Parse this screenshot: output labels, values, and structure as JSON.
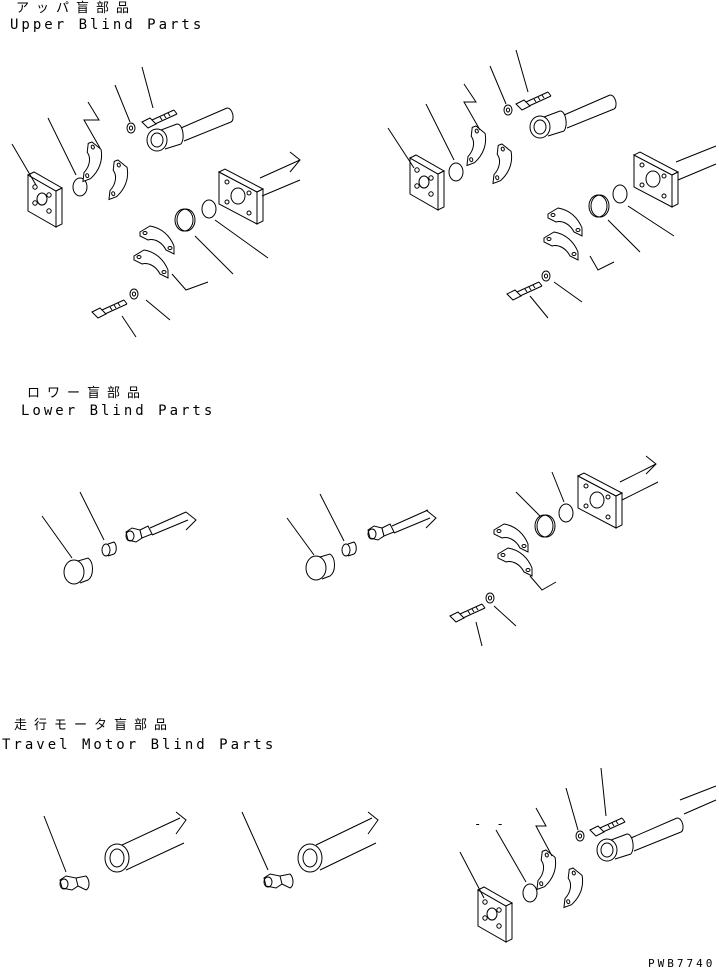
{
  "sections": {
    "upper": {
      "title_jp": "アッパ盲部品",
      "title_en": "Upper Blind Parts"
    },
    "lower": {
      "title_jp": "ロワー盲部品",
      "title_en": "Lower Blind Parts"
    },
    "travel": {
      "title_jp": "走行モータ盲部品",
      "title_en": "Travel Motor Blind Parts"
    }
  },
  "small_marks": "- -",
  "drawing_code": "PWB7740"
}
